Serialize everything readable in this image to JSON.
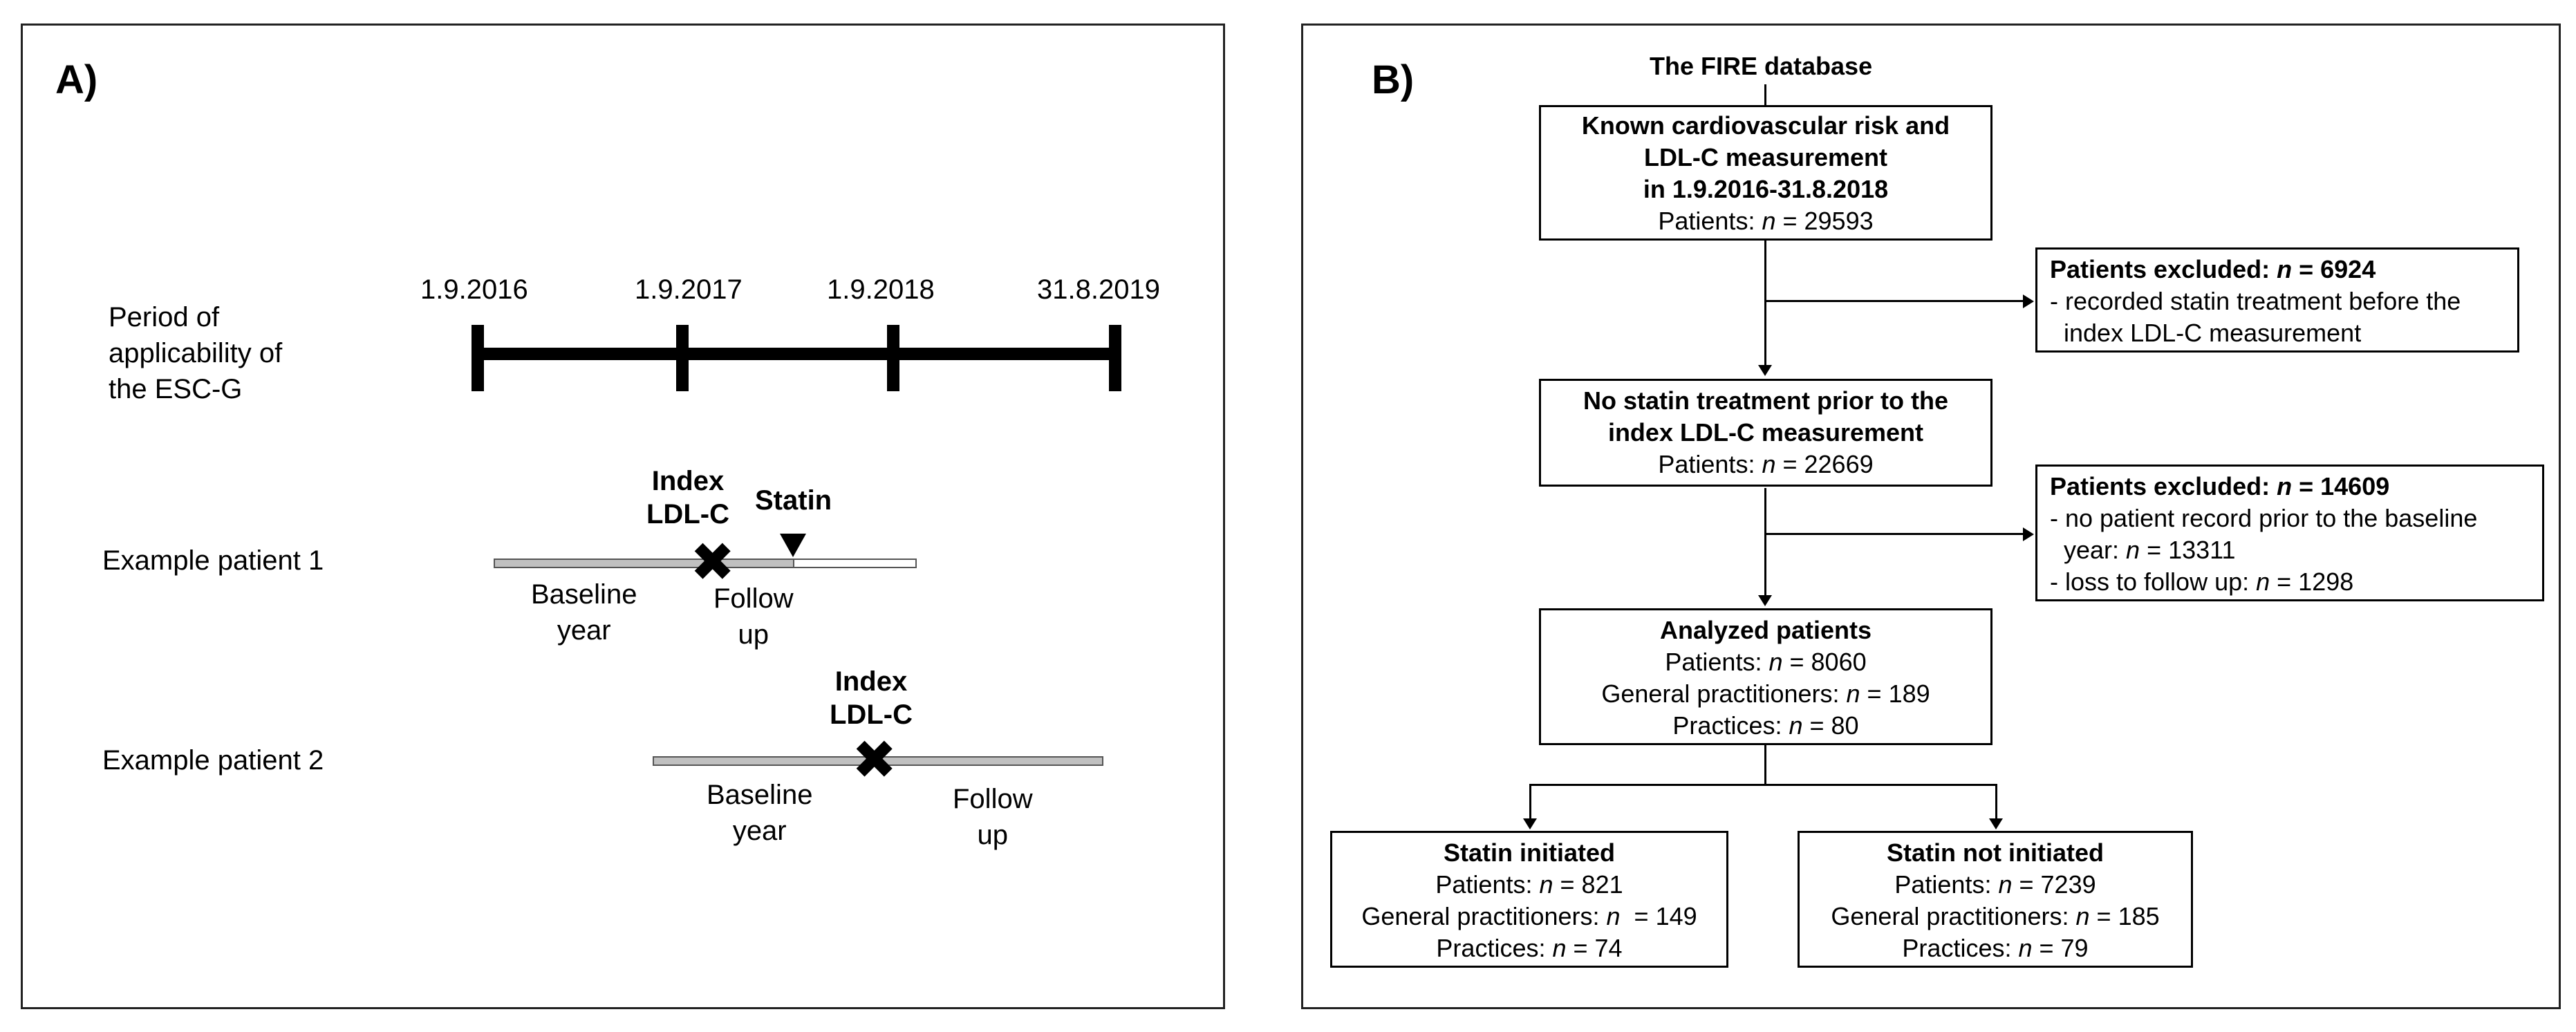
{
  "panel_a": {
    "label": "A)",
    "period_label": [
      "Period of",
      "applicability of",
      "the ESC-G"
    ],
    "timeline_dates": [
      "1.9.2016",
      "1.9.2017",
      "1.9.2018",
      "31.8.2019"
    ],
    "patient1": {
      "label": "Example patient 1",
      "index_label": [
        "Index",
        "LDL-C"
      ],
      "statin_label": "Statin",
      "baseline_label": [
        "Baseline",
        "year"
      ],
      "followup_label": [
        "Follow",
        "up"
      ]
    },
    "patient2": {
      "label": "Example patient 2",
      "index_label": [
        "Index",
        "LDL-C"
      ],
      "baseline_label": [
        "Baseline",
        "year"
      ],
      "followup_label": [
        "Follow",
        "up"
      ]
    },
    "colors": {
      "baseline_bar": "#c0c0c0",
      "followup_bar": "#ffffff",
      "marker": "#000000"
    }
  },
  "panel_b": {
    "label": "B)",
    "source": "The FIRE database",
    "box1": {
      "bold": [
        "Known cardiovascular risk and",
        "LDL-C measurement",
        "in 1.9.2016-31.8.2018"
      ],
      "prefix": "Patients: ",
      "var": "n",
      "value": " = 29593"
    },
    "excl1": {
      "title": "Patients excluded: ",
      "var": "n",
      "value": " = 6924",
      "lines": [
        "- recorded statin treatment before the",
        "  index LDL-C measurement"
      ]
    },
    "box2": {
      "bold": [
        "No statin treatment prior to the",
        "index LDL-C measurement"
      ],
      "prefix": "Patients: ",
      "var": "n",
      "value": " = 22669"
    },
    "excl2": {
      "title": "Patients excluded: ",
      "var": "n",
      "value": " = 14609",
      "line1": "- no patient record prior to the baseline",
      "line2_prefix": "  year: ",
      "line2_value": " = 13311",
      "line3_prefix": "- loss to follow up: ",
      "line3_value": " = 1298"
    },
    "box3": {
      "title": "Analyzed patients",
      "rows": [
        {
          "prefix": "Patients: ",
          "value": " = 8060"
        },
        {
          "prefix": "General practitioners: ",
          "value": " = 189"
        },
        {
          "prefix": "Practices: ",
          "value": " = 80"
        }
      ]
    },
    "box4": {
      "title": "Statin initiated",
      "rows": [
        {
          "prefix": "Patients: ",
          "value": " = 821"
        },
        {
          "prefix": "General practitioners: ",
          "value": "  = 149"
        },
        {
          "prefix": "Practices: ",
          "value": " = 74"
        }
      ]
    },
    "box5": {
      "title": "Statin not initiated",
      "rows": [
        {
          "prefix": "Patients: ",
          "value": " = 7239"
        },
        {
          "prefix": "General practitioners: ",
          "value": " = 185"
        },
        {
          "prefix": "Practices: ",
          "value": " = 79"
        }
      ]
    }
  }
}
